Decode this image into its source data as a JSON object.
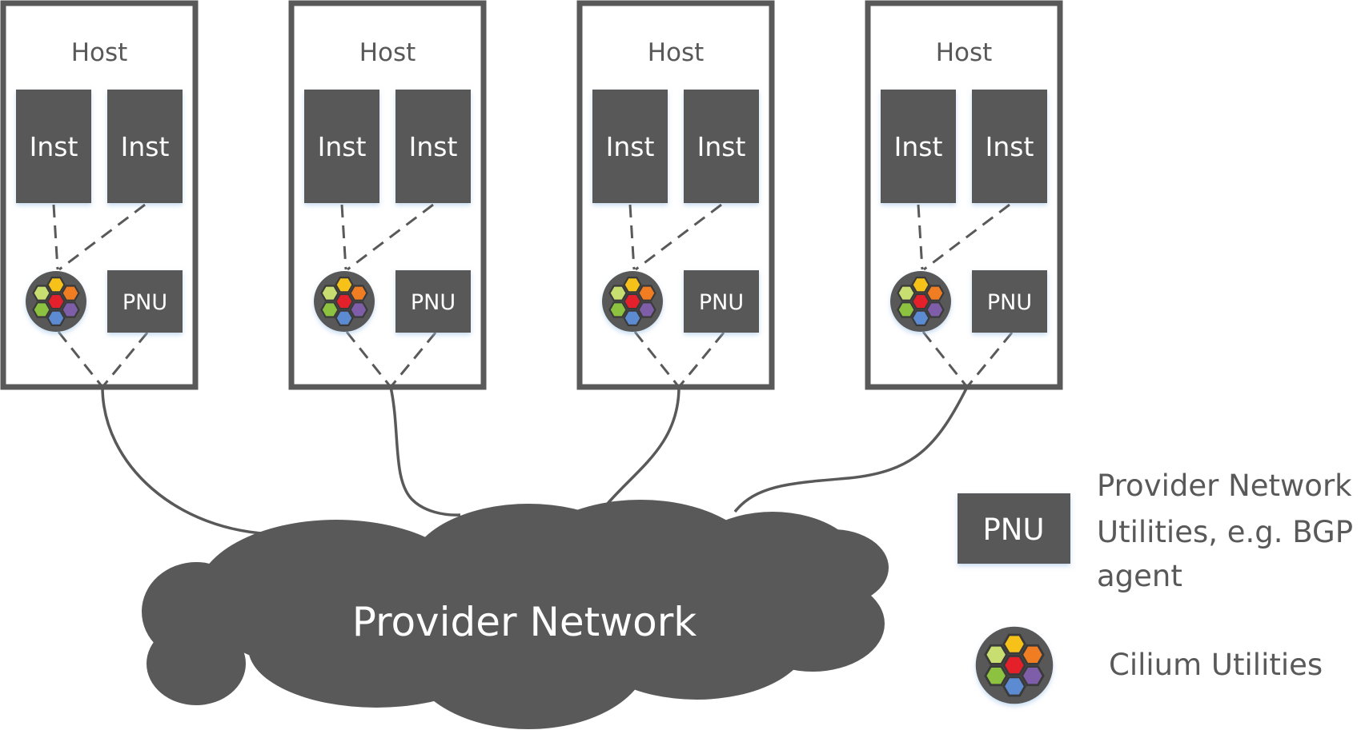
{
  "diagram": {
    "hosts": [
      {
        "label": "Host",
        "instances": [
          "Inst",
          "Inst"
        ],
        "pnu_label": "PNU",
        "cilium": "cilium-utilities-icon"
      },
      {
        "label": "Host",
        "instances": [
          "Inst",
          "Inst"
        ],
        "pnu_label": "PNU",
        "cilium": "cilium-utilities-icon"
      },
      {
        "label": "Host",
        "instances": [
          "Inst",
          "Inst"
        ],
        "pnu_label": "PNU",
        "cilium": "cilium-utilities-icon"
      },
      {
        "label": "Host",
        "instances": [
          "Inst",
          "Inst"
        ],
        "pnu_label": "PNU",
        "cilium": "cilium-utilities-icon"
      }
    ],
    "network": {
      "label": "Provider Network"
    },
    "legend": {
      "pnu_box_label": "PNU",
      "pnu_description_lines": [
        "Provider Network",
        "Utilities, e.g. BGP",
        "agent"
      ],
      "cilium_description": "Cilium Utilities"
    },
    "colors": {
      "primary": "#595959",
      "text_light": "#ffffff",
      "text_dark": "#595959",
      "hex_yellow": "#f6c21a",
      "hex_orange": "#f07d22",
      "hex_lightgreen": "#c8de70",
      "hex_red": "#e4202b",
      "hex_green": "#8cc23f",
      "hex_purple": "#7e5ea9",
      "hex_blue": "#5c8bd1"
    }
  }
}
